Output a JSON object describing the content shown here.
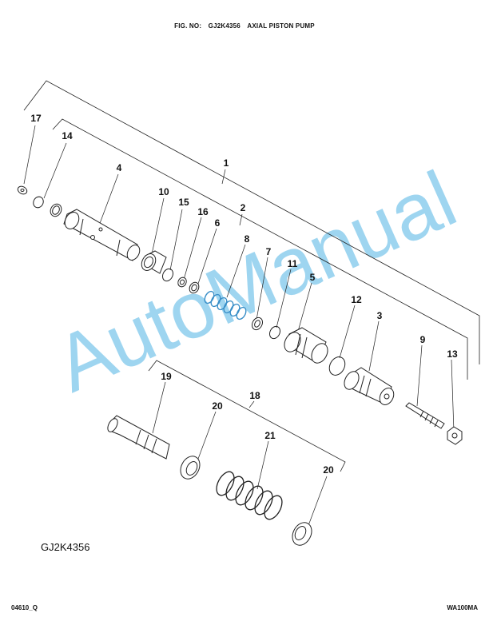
{
  "header": {
    "fig_label": "FIG. NO:",
    "fig_number": "GJ2K4356",
    "fig_title": "AXIAL PISTON PUMP"
  },
  "callouts": [
    "1",
    "2",
    "3",
    "4",
    "5",
    "6",
    "7",
    "8",
    "9",
    "10",
    "11",
    "12",
    "13",
    "14",
    "15",
    "16",
    "17",
    "18",
    "19",
    "20",
    "21"
  ],
  "watermark": "AutoManual",
  "figure_id": "GJ2K4356",
  "footer": {
    "left": "04610_Q",
    "right": "WA100MA"
  },
  "colors": {
    "ink": "#111111",
    "watermark": "#7ec8ec",
    "spring_blue": "#5aaee0"
  }
}
